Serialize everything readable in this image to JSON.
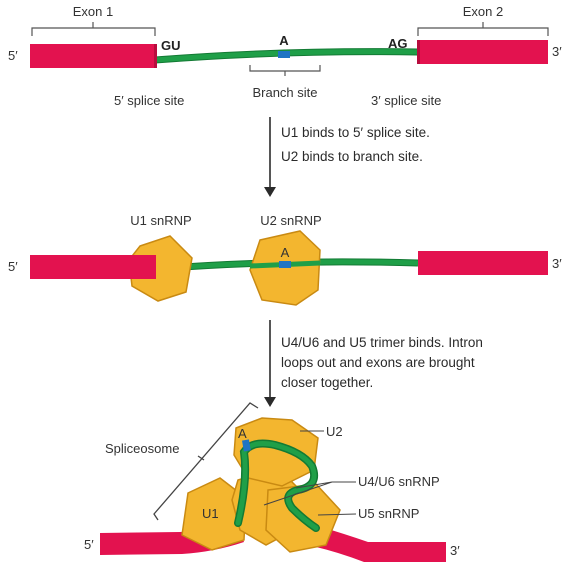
{
  "colors": {
    "exon": "#e3124f",
    "exon_dark": "#b80d3e",
    "intron": "#1f9f48",
    "intron_dark": "#137a34",
    "branch": "#1f74c4",
    "snrnp": "#f3b62f",
    "snrnp_dark": "#c98a12",
    "text": "#333333",
    "line": "#444444"
  },
  "panel1": {
    "exon1_label": "Exon 1",
    "exon2_label": "Exon 2",
    "five_prime": "5′",
    "three_prime": "3′",
    "gu": "GU",
    "a": "A",
    "ag": "AG",
    "five_splice_site": "5′ splice site",
    "branch_site": "Branch site",
    "three_splice_site": "3′ splice site"
  },
  "step1": {
    "line1": "U1 binds to 5′ splice site.",
    "line2": "U2 binds to branch site."
  },
  "panel2": {
    "u1_label": "U1 snRNP",
    "u2_label": "U2 snRNP",
    "a": "A",
    "five_prime": "5′",
    "three_prime": "3′"
  },
  "step2": {
    "line1": "U4/U6 and U5 trimer binds. Intron",
    "line2": "loops out and exons are brought",
    "line3": "closer together."
  },
  "panel3": {
    "spliceosome": "Spliceosome",
    "u2": "U2",
    "a": "A",
    "u1": "U1",
    "u4u6": "U4/U6 snRNP",
    "u5": "U5 snRNP",
    "five_prime": "5′",
    "three_prime": "3′"
  }
}
